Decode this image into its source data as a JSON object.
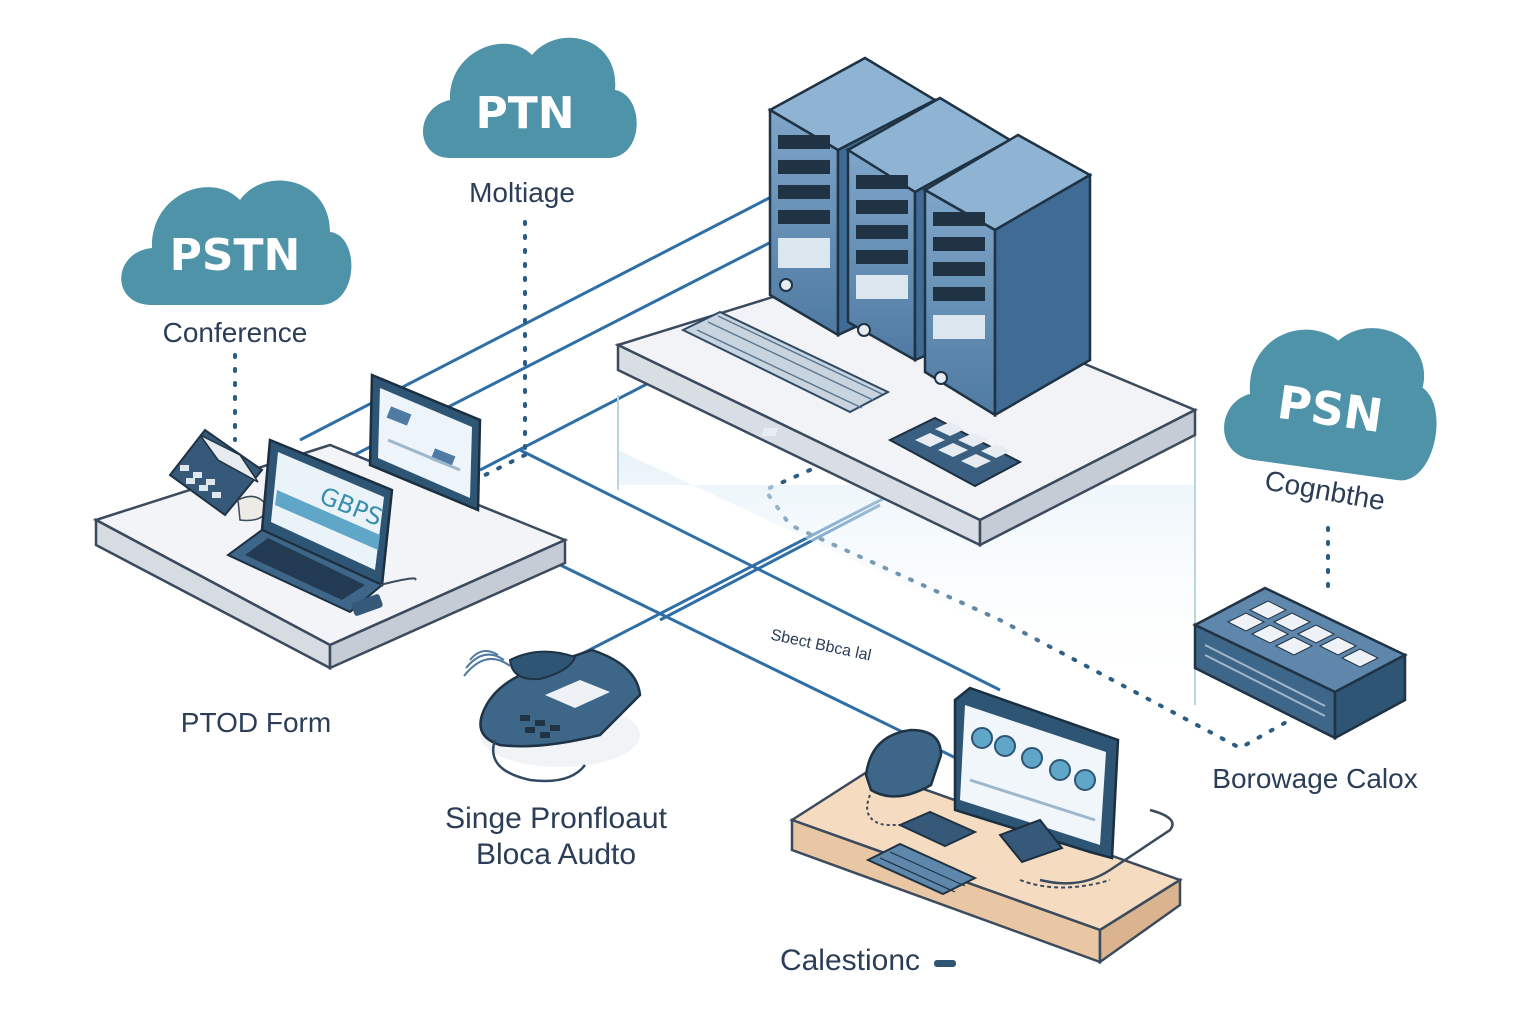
{
  "clouds": {
    "pstn": "PSTN",
    "ptn": "PTN",
    "psn": "PSN"
  },
  "labels": {
    "conference": "Conference",
    "moltiage": "Moltiage",
    "cognbthe": "Cognbthe",
    "ptod_form": "PTOD Form",
    "singe_line1": "Singe Pronfloaut",
    "singe_line2": "Bloca Audto",
    "borowage": "Borowage Calox",
    "calestionc": "Calestionc",
    "link_label": "Sbect Bbca lal"
  },
  "screens": {
    "laptop": "GBPS"
  },
  "colors": {
    "cloud": "#4f93a8",
    "server": "#5b86b0",
    "server_dark": "#2f5575",
    "link": "#2f6fa5",
    "platform": "#f0f1f4",
    "desk_warm": "#f4dcc0"
  }
}
